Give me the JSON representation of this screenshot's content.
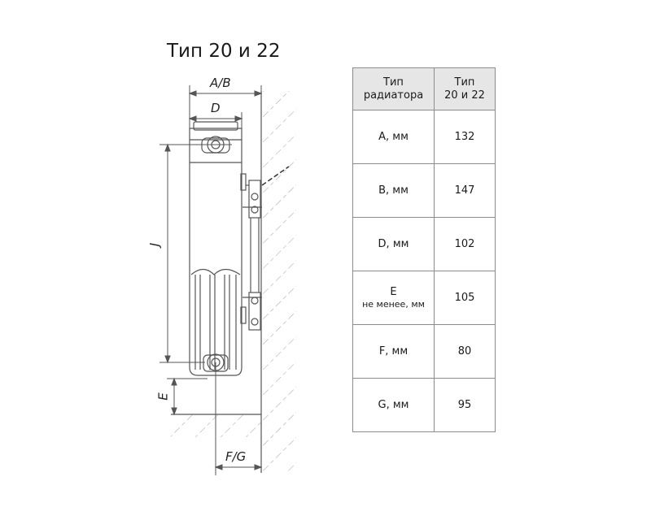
{
  "title": "Тип 20 и 22",
  "dimension_labels": {
    "ab": "A/B",
    "d": "D",
    "j": "J",
    "e": "E",
    "fg": "F/G"
  },
  "table": {
    "header": {
      "col1_line1": "Тип",
      "col1_line2": "радиатора",
      "col2_line1": "Тип",
      "col2_line2": "20 и 22"
    },
    "rows": [
      {
        "label": "A, мм",
        "sublabel": "",
        "value": "132"
      },
      {
        "label": "B, мм",
        "sublabel": "",
        "value": "147"
      },
      {
        "label": "D, мм",
        "sublabel": "",
        "value": "102"
      },
      {
        "label": "E",
        "sublabel": "не менее, мм",
        "value": "105"
      },
      {
        "label": "F, мм",
        "sublabel": "",
        "value": "80"
      },
      {
        "label": "G, мм",
        "sublabel": "",
        "value": "95"
      }
    ]
  },
  "colors": {
    "line": "#555555",
    "hatch": "#9a9a9a",
    "header_bg": "#e6e6e6",
    "border": "#8c8c8c"
  }
}
